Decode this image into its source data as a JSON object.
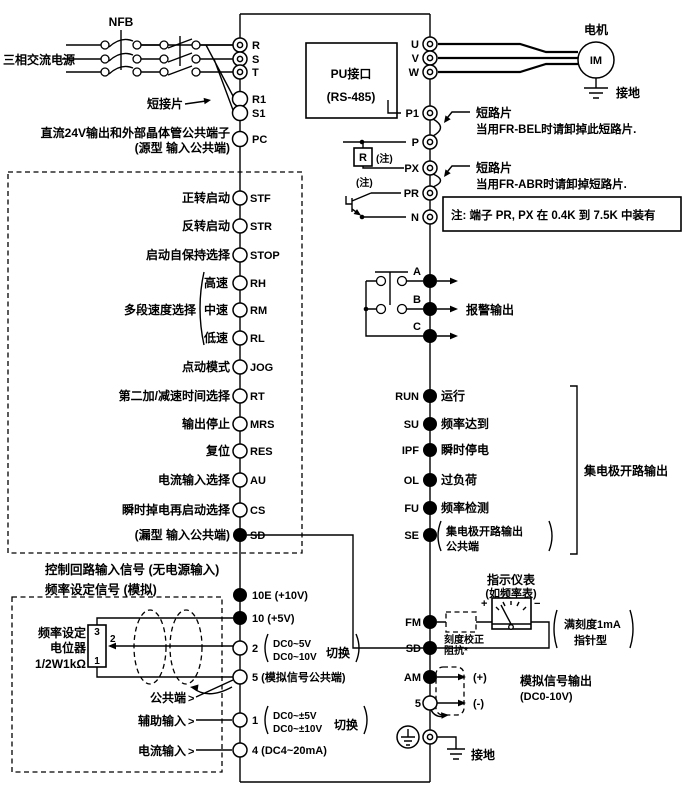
{
  "power": {
    "nfb": "NFB",
    "source": "三相交流电源",
    "jumper": "短接片"
  },
  "terminals_top": {
    "r": "R",
    "s": "S",
    "t": "T",
    "r1": "R1",
    "s1": "S1"
  },
  "pc": {
    "desc1": "直流24V输出和外部晶体管公共端子",
    "desc2": "(源型 输入公共端)",
    "term": "PC"
  },
  "pu": {
    "l1": "PU接口",
    "l2": "(RS-485)"
  },
  "motor": {
    "u": "U",
    "v": "V",
    "w": "W",
    "title": "电机",
    "im": "IM",
    "ground": "接地"
  },
  "sections": {
    "s1": "控制回路输入信号 (无电源输入)",
    "s2": "频率设定信号 (模拟)"
  },
  "multi_speed": "多段速度选择",
  "inputs": [
    {
      "label": "正转启动",
      "term": "STF"
    },
    {
      "label": "反转启动",
      "term": "STR"
    },
    {
      "label": "启动自保持选择",
      "term": "STOP"
    },
    {
      "label": "高速",
      "term": "RH"
    },
    {
      "label": "中速",
      "term": "RM"
    },
    {
      "label": "低速",
      "term": "RL"
    },
    {
      "label": "点动模式",
      "term": "JOG"
    },
    {
      "label": "第二加/减速时间选择",
      "term": "RT"
    },
    {
      "label": "输出停止",
      "term": "MRS"
    },
    {
      "label": "复位",
      "term": "RES"
    },
    {
      "label": "电流输入选择",
      "term": "AU"
    },
    {
      "label": "瞬时掉电再启动选择",
      "term": "CS"
    },
    {
      "label": "(漏型 输入公共端)",
      "term": "SD"
    }
  ],
  "freq": {
    "pot1": "频率设定",
    "pot2": "电位器",
    "pot3": "1/2W1kΩ",
    "pin3": "3",
    "pin2": "2",
    "pin1": "1",
    "t10e": "10E (+10V)",
    "t10": "10 (+5V)",
    "t2": "2",
    "t2_a": "DC0~5V",
    "t2_b": "DC0~10V",
    "t2_sw": "切换",
    "t5": "5 (模拟信号公共端)",
    "common": "公共端",
    "mark": ">",
    "aux": "辅助输入",
    "t1": "1",
    "t1_a": "DC0~±5V",
    "t1_b": "DC0~±10V",
    "t1_sw": "切换",
    "cur": "电流输入",
    "t4": "4 (DC4~20mA)"
  },
  "dcbus": {
    "p1": "P1",
    "p": "P",
    "px": "PX",
    "pr": "PR",
    "n": "N",
    "r": "R",
    "note_mark1": "(注)",
    "note_mark2": "(注)",
    "j1_title": "短路片",
    "j1_text": "当用FR-BEL时请卸掉此短路片.",
    "j2_title": "短路片",
    "j2_text": "当用FR-ABR时请卸掉短路片.",
    "note_box": "注: 端子 PR, PX 在 0.4K 到 7.5K 中装有"
  },
  "relay": {
    "a": "A",
    "b": "B",
    "c": "C",
    "label": "报警输出"
  },
  "oc_rows": [
    {
      "term": "RUN",
      "label": "运行"
    },
    {
      "term": "SU",
      "label": "频率达到"
    },
    {
      "term": "IPF",
      "label": "瞬时停电"
    },
    {
      "term": "OL",
      "label": "过负荷"
    },
    {
      "term": "FU",
      "label": "频率检测"
    },
    {
      "term": "SE",
      "label": "集电极开路输出",
      "label2": "公共端"
    }
  ],
  "oc_group": "集电极开路输出",
  "meter": {
    "t1": "指示仪表",
    "t2": "(如频率表)",
    "plus": "+",
    "minus": "−",
    "r1": "刻度校正",
    "r2": "阻抗*",
    "s1": "满刻度1mA",
    "s2": "指针型",
    "fm": "FM",
    "sd": "SD"
  },
  "aout": {
    "am": "AM",
    "five": "5",
    "plus": "(+)",
    "minus": "(-)",
    "l1": "模拟信号输出",
    "l2": "(DC0-10V)"
  },
  "gnd": {
    "label": "接地"
  }
}
